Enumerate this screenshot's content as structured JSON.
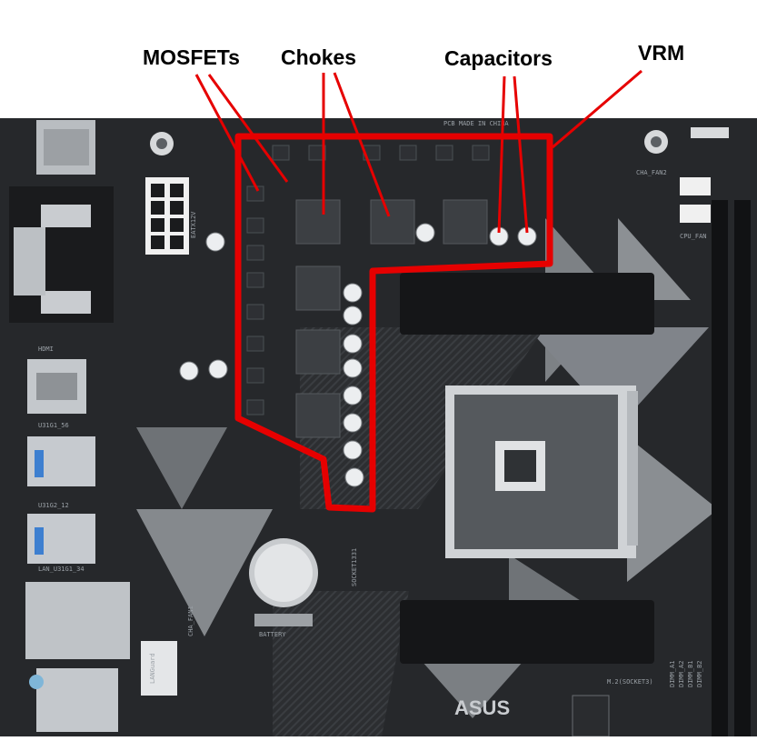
{
  "callouts": {
    "mosfets": "MOSFETs",
    "chokes": "Chokes",
    "capacitors": "Capacitors",
    "vrm": "VRM"
  },
  "board_labels": {
    "pcb_made_in": "PCB MADE IN CHINA",
    "eatx12v": "EATX12V",
    "cha_fan2": "CHA_FAN2",
    "cpu_fan": "CPU_FAN",
    "hdmi": "HDMI",
    "u31g1_56": "U31G1_56",
    "u31g2_12": "U31G2_12",
    "lan_u31g1_34": "LAN_U31G1_34",
    "socket": "SOCKET1331",
    "battery": "BATTERY",
    "cha_fan1": "CHA_FAN1",
    "languard": "LANGuard",
    "m2_socket3": "M.2(SOCKET3)",
    "dimm_a1": "DIMM_A1",
    "dimm_a2": "DIMM_A2",
    "dimm_b1": "DIMM_B1",
    "dimm_b2": "DIMM_B2",
    "brand": "ASUS"
  },
  "colors": {
    "highlight": "#e60000",
    "pcb": "#26282b",
    "pcb_light": "#8a8d91",
    "silver": "#c8ccd0"
  }
}
